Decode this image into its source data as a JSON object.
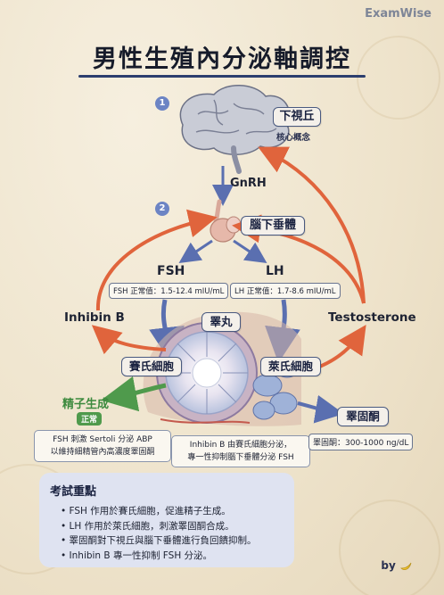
{
  "brand": "ExamWise",
  "title": "男性生殖內分泌軸調控",
  "steps": [
    "1",
    "2"
  ],
  "hypothalamus": {
    "label": "下視丘",
    "sub": "核心概念"
  },
  "gnrh": "GnRH",
  "pituitary": {
    "label": "腦下垂體"
  },
  "fsh": {
    "label": "FSH",
    "range": "FSH 正常值：1.5-12.4 mIU/mL"
  },
  "lh": {
    "label": "LH",
    "range": "LH 正常值：1.7-8.6 mIU/mL"
  },
  "inhibin": "Inhibin B",
  "testosterone": "Testosterone",
  "testis": "睪丸",
  "sertoli": "賽氏細胞",
  "leydig": "萊氏細胞",
  "spermatogenesis": {
    "label": "精子生成",
    "badge": "正常",
    "note_line1": "FSH 刺激 Sertoli 分泌 ABP",
    "note_line2": "以維持細精管內高濃度睪固酮"
  },
  "inhibin_note": {
    "line1": "Inhibin B 由賽氏細胞分泌，",
    "line2": "專一性抑制腦下垂體分泌 FSH"
  },
  "testosterone_out": {
    "label": "睪固酮",
    "range": "睪固酮：300-1000 ng/dL"
  },
  "keypoints": {
    "heading": "考試重點",
    "items": [
      "FSH 作用於賽氏細胞，促進精子生成。",
      "LH 作用於萊氏細胞，刺激睪固酮合成。",
      "睪固酮對下視丘與腦下垂體進行負回饋抑制。",
      "Inhibin B 專一性抑制 FSH 分泌。"
    ]
  },
  "byline": "by",
  "colors": {
    "feedback": "#e0643c",
    "stimulation": "#5a6fb0",
    "green": "#4f9a4c"
  }
}
